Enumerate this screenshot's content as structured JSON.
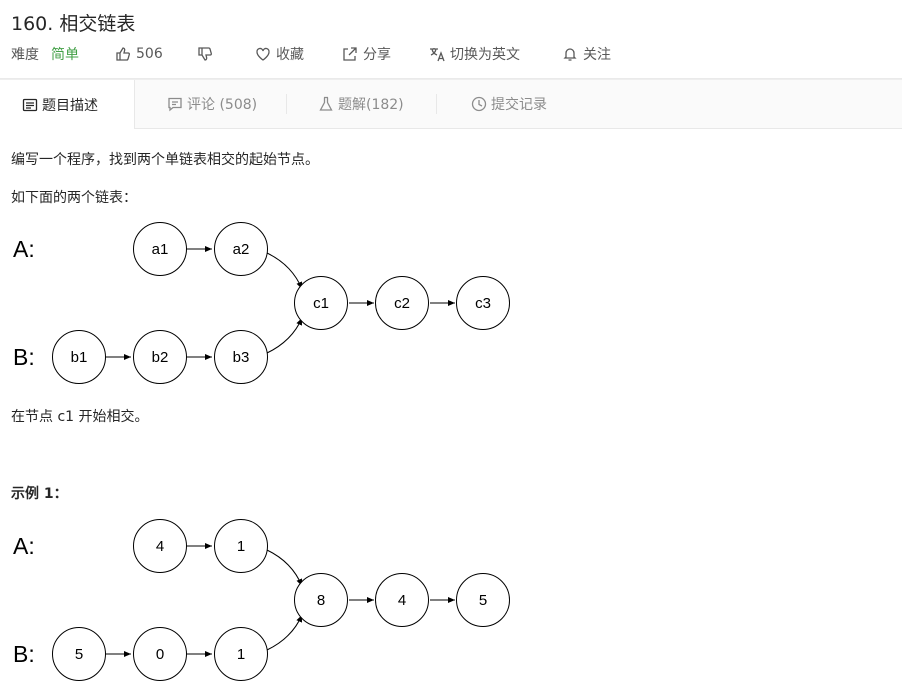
{
  "problem": {
    "title": "160. 相交链表",
    "difficulty_label": "难度",
    "difficulty_value": "简单",
    "likes": "506",
    "favorite_label": "收藏",
    "share_label": "分享",
    "translate_label": "切换为英文",
    "follow_label": "关注"
  },
  "tabs": [
    {
      "label": "题目描述",
      "icon": "description-icon"
    },
    {
      "label": "评论 (508)",
      "icon": "comment-icon"
    },
    {
      "label": "题解(182)",
      "icon": "flask-icon"
    },
    {
      "label": "提交记录",
      "icon": "clock-icon"
    }
  ],
  "content": {
    "intro": "编写一个程序，找到两个单链表相交的起始节点。",
    "list_intro": "如下面的两个链表：",
    "intersect_text": "在节点 c1 开始相交。",
    "example_title": "示例 1："
  },
  "diagram1": {
    "a_label": "A:",
    "b_label": "B:",
    "a_nodes": [
      "a1",
      "a2"
    ],
    "b_nodes": [
      "b1",
      "b2",
      "b3"
    ],
    "common_nodes": [
      "c1",
      "c2",
      "c3"
    ]
  },
  "diagram2": {
    "a_label": "A:",
    "b_label": "B:",
    "a_nodes": [
      "4",
      "1"
    ],
    "b_nodes": [
      "5",
      "0",
      "1"
    ],
    "common_nodes": [
      "8",
      "4",
      "5"
    ]
  }
}
